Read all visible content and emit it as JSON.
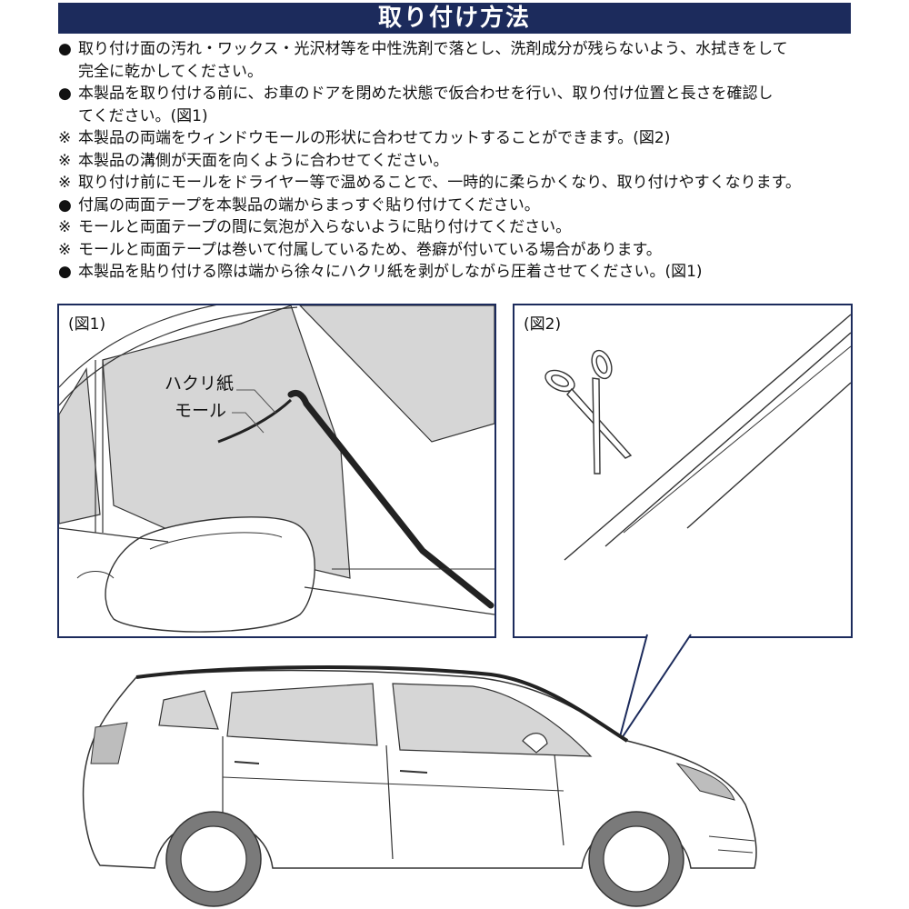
{
  "title": "取り付け方法",
  "instructions": [
    {
      "bullet": "●",
      "text": "取り付け面の汚れ・ワックス・光沢材等を中性洗剤で落とし、洗剤成分が残らないよう、水拭きをして"
    },
    {
      "bullet": "",
      "text": "完全に乾かしてください。"
    },
    {
      "bullet": "●",
      "text": "本製品を取り付ける前に、お車のドアを閉めた状態で仮合わせを行い、取り付け位置と長さを確認し"
    },
    {
      "bullet": "",
      "text": "てください。(図1)"
    },
    {
      "bullet": "※",
      "text": "本製品の両端をウィンドウモールの形状に合わせてカットすることができます。(図2)"
    },
    {
      "bullet": "※",
      "text": "本製品の溝側が天面を向くように合わせてください。"
    },
    {
      "bullet": "※",
      "text": "取り付け前にモールをドライヤー等で温めることで、一時的に柔らかくなり、取り付けやすくなります。"
    },
    {
      "bullet": "●",
      "text": "付属の両面テープを本製品の端からまっすぐ貼り付けてください。"
    },
    {
      "bullet": "※",
      "text": "モールと両面テープの間に気泡が入らないように貼り付けてください。"
    },
    {
      "bullet": "※",
      "text": "モールと両面テープは巻いて付属しているため、巻癖が付いている場合があります。"
    },
    {
      "bullet": "●",
      "text": "本製品を貼り付ける際は端から徐々にハクリ紙を剥がしながら圧着させてください。(図1)"
    }
  ],
  "figures": {
    "fig1": {
      "label": "(図1)",
      "callouts": [
        "ハクリ紙",
        "モール"
      ]
    },
    "fig2": {
      "label": "(図2)"
    }
  },
  "colors": {
    "title_bg": "#1c2b5c",
    "title_text": "#ffffff",
    "glass": "#d6d6d6",
    "tire": "#7a7a7a"
  }
}
